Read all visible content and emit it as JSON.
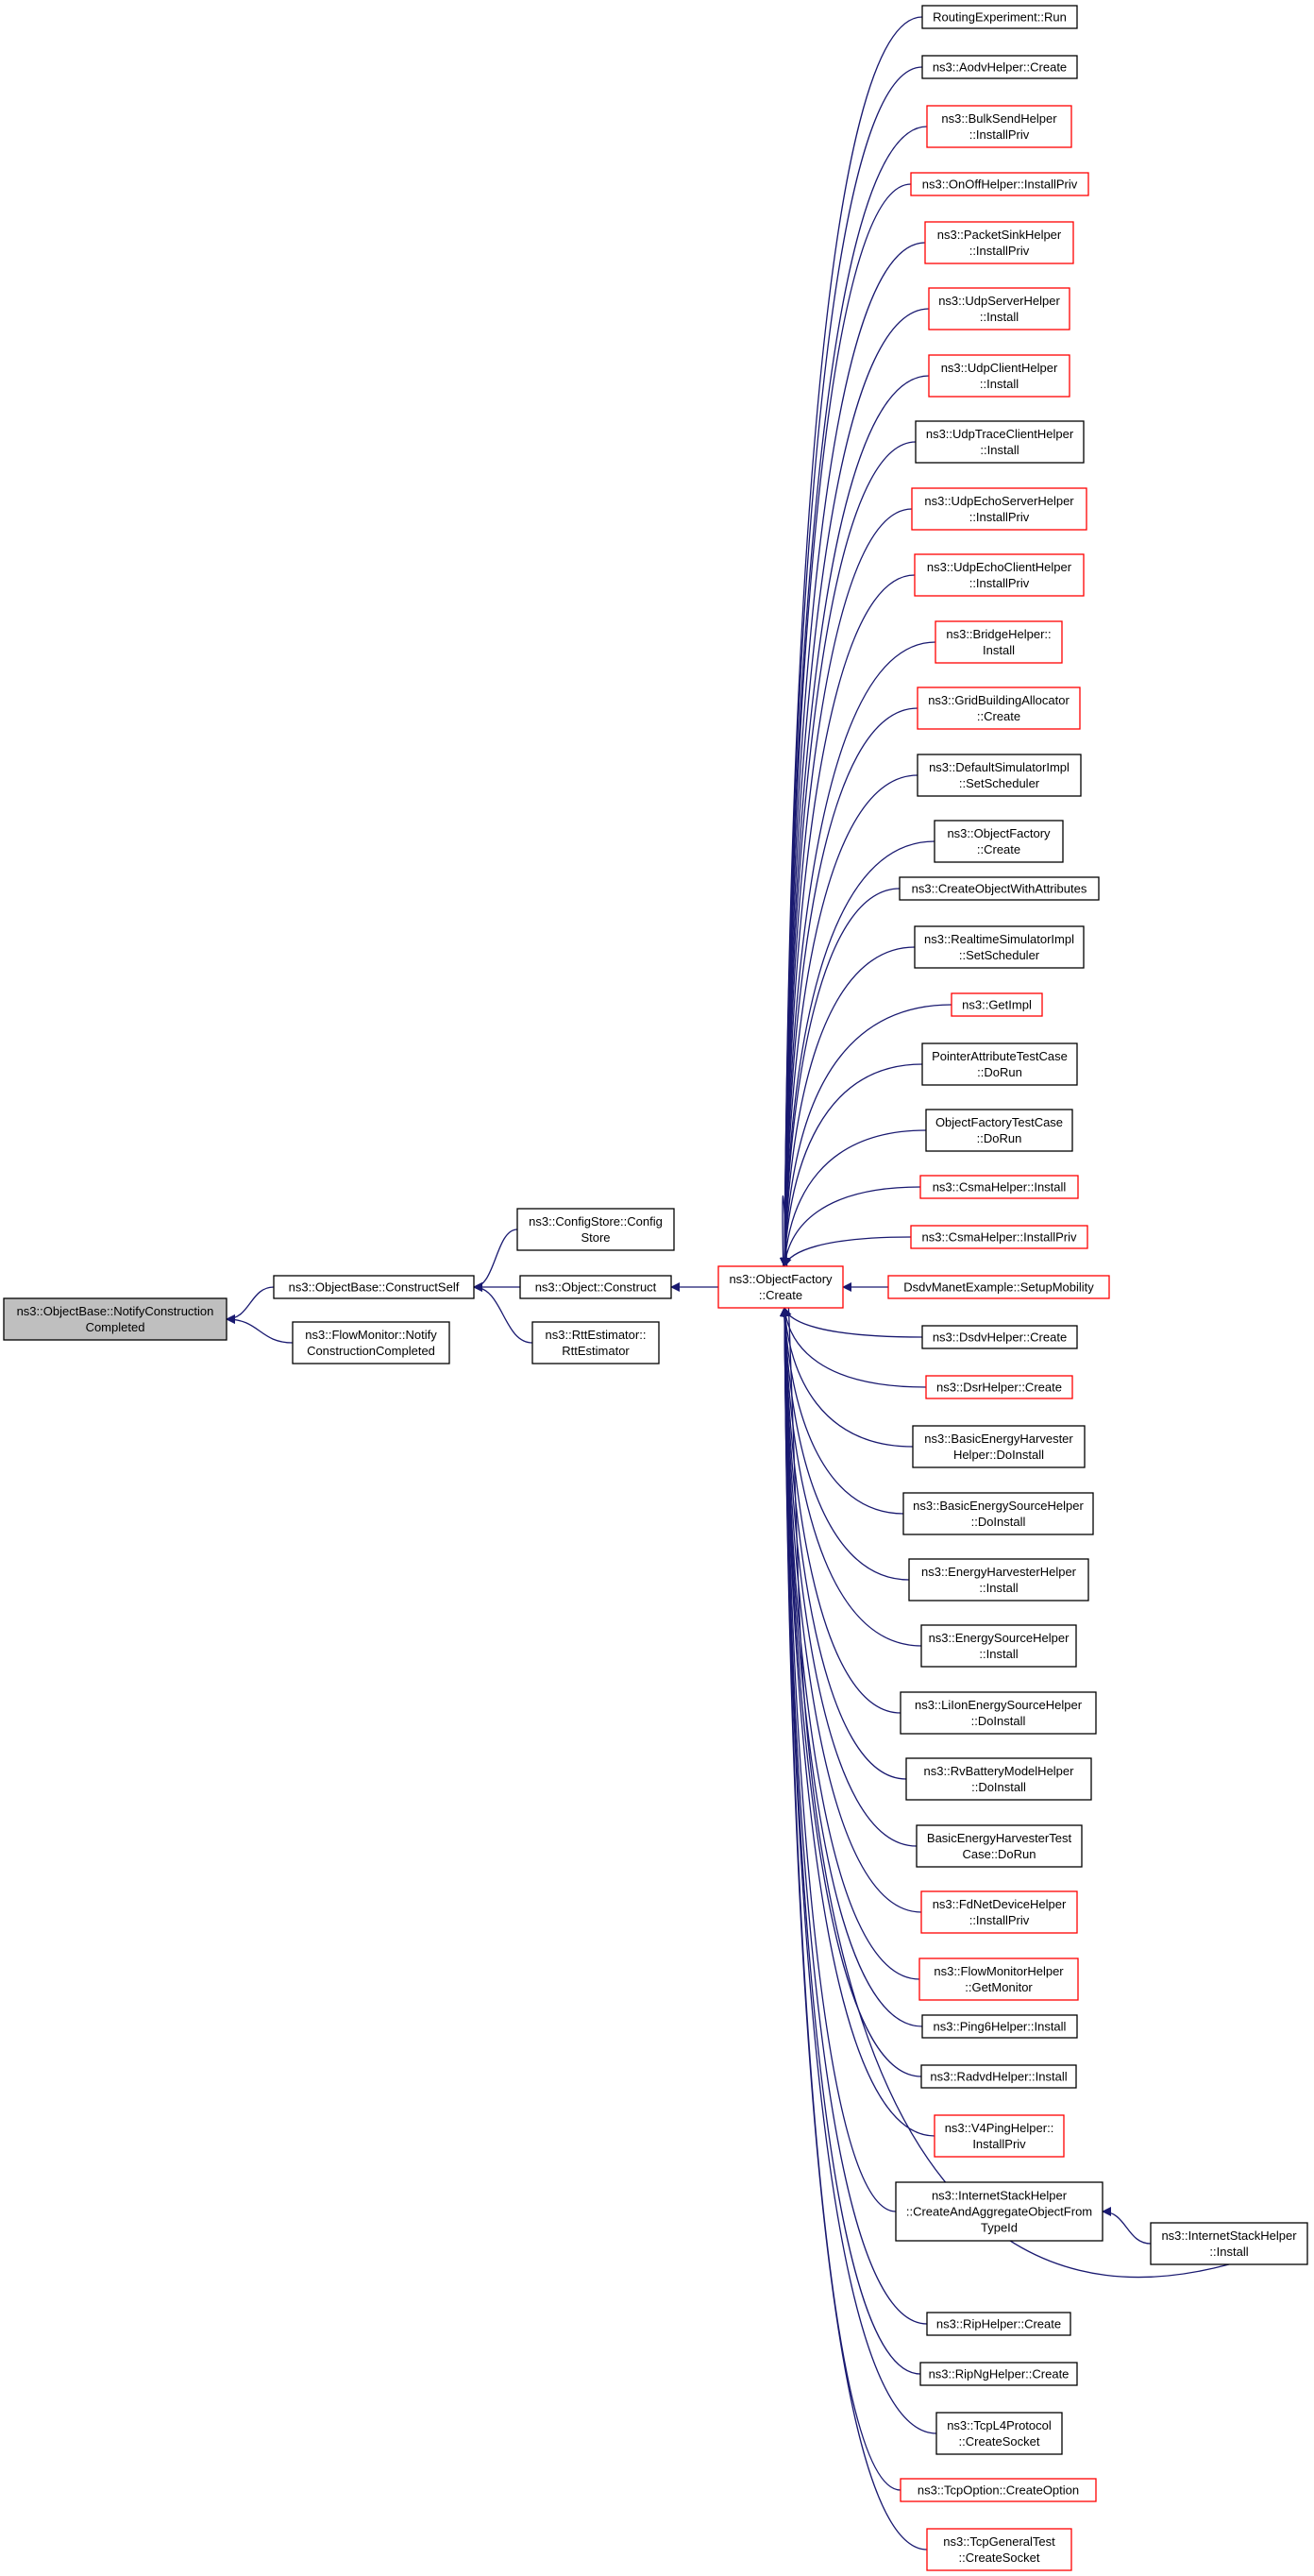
{
  "colors": {
    "edge": "#191970",
    "node_border_default": "#000000",
    "node_border_highlight": "#ff0000",
    "root_fill": "#bfbfbf",
    "node_fill": "#ffffff",
    "text": "#000000"
  },
  "nodes": [
    {
      "id": "n0",
      "lines": [
        "ns3::ObjectBase::NotifyConstruction",
        "Completed"
      ],
      "border": "root"
    },
    {
      "id": "n1",
      "lines": [
        "ns3::ObjectBase::ConstructSelf"
      ],
      "border": "black"
    },
    {
      "id": "n2",
      "lines": [
        "ns3::FlowMonitor::Notify",
        "ConstructionCompleted"
      ],
      "border": "black"
    },
    {
      "id": "n3",
      "lines": [
        "ns3::ConfigStore::Config",
        "Store"
      ],
      "border": "black"
    },
    {
      "id": "n4",
      "lines": [
        "ns3::Object::Construct"
      ],
      "border": "black"
    },
    {
      "id": "n5",
      "lines": [
        "ns3::RttEstimator::",
        "RttEstimator"
      ],
      "border": "black"
    },
    {
      "id": "n6",
      "lines": [
        "ns3::ObjectFactory",
        "::Create"
      ],
      "border": "red"
    },
    {
      "id": "c0",
      "lines": [
        "RoutingExperiment::Run"
      ],
      "border": "black"
    },
    {
      "id": "c1",
      "lines": [
        "ns3::AodvHelper::Create"
      ],
      "border": "black"
    },
    {
      "id": "c2",
      "lines": [
        "ns3::BulkSendHelper",
        "::InstallPriv"
      ],
      "border": "red"
    },
    {
      "id": "c3",
      "lines": [
        "ns3::OnOffHelper::InstallPriv"
      ],
      "border": "red"
    },
    {
      "id": "c4",
      "lines": [
        "ns3::PacketSinkHelper",
        "::InstallPriv"
      ],
      "border": "red"
    },
    {
      "id": "c5",
      "lines": [
        "ns3::UdpServerHelper",
        "::Install"
      ],
      "border": "red"
    },
    {
      "id": "c6",
      "lines": [
        "ns3::UdpClientHelper",
        "::Install"
      ],
      "border": "red"
    },
    {
      "id": "c7",
      "lines": [
        "ns3::UdpTraceClientHelper",
        "::Install"
      ],
      "border": "black"
    },
    {
      "id": "c8",
      "lines": [
        "ns3::UdpEchoServerHelper",
        "::InstallPriv"
      ],
      "border": "red"
    },
    {
      "id": "c9",
      "lines": [
        "ns3::UdpEchoClientHelper",
        "::InstallPriv"
      ],
      "border": "red"
    },
    {
      "id": "c10",
      "lines": [
        "ns3::BridgeHelper::",
        "Install"
      ],
      "border": "red"
    },
    {
      "id": "c11",
      "lines": [
        "ns3::GridBuildingAllocator",
        "::Create"
      ],
      "border": "red"
    },
    {
      "id": "c12",
      "lines": [
        "ns3::DefaultSimulatorImpl",
        "::SetScheduler"
      ],
      "border": "black"
    },
    {
      "id": "c13",
      "lines": [
        "ns3::ObjectFactory",
        "::Create"
      ],
      "border": "black"
    },
    {
      "id": "c14",
      "lines": [
        "ns3::CreateObjectWithAttributes"
      ],
      "border": "black"
    },
    {
      "id": "c15",
      "lines": [
        "ns3::RealtimeSimulatorImpl",
        "::SetScheduler"
      ],
      "border": "black"
    },
    {
      "id": "c16",
      "lines": [
        "ns3::GetImpl"
      ],
      "border": "red"
    },
    {
      "id": "c17",
      "lines": [
        "PointerAttributeTestCase",
        "::DoRun"
      ],
      "border": "black"
    },
    {
      "id": "c18",
      "lines": [
        "ObjectFactoryTestCase",
        "::DoRun"
      ],
      "border": "black"
    },
    {
      "id": "c19",
      "lines": [
        "ns3::CsmaHelper::Install"
      ],
      "border": "red"
    },
    {
      "id": "c20",
      "lines": [
        "ns3::CsmaHelper::InstallPriv"
      ],
      "border": "red"
    },
    {
      "id": "c21",
      "lines": [
        "DsdvManetExample::SetupMobility"
      ],
      "border": "red"
    },
    {
      "id": "c22",
      "lines": [
        "ns3::DsdvHelper::Create"
      ],
      "border": "black"
    },
    {
      "id": "c23",
      "lines": [
        "ns3::DsrHelper::Create"
      ],
      "border": "red"
    },
    {
      "id": "c24",
      "lines": [
        "ns3::BasicEnergyHarvester",
        "Helper::DoInstall"
      ],
      "border": "black"
    },
    {
      "id": "c25",
      "lines": [
        "ns3::BasicEnergySourceHelper",
        "::DoInstall"
      ],
      "border": "black"
    },
    {
      "id": "c26",
      "lines": [
        "ns3::EnergyHarvesterHelper",
        "::Install"
      ],
      "border": "black"
    },
    {
      "id": "c27",
      "lines": [
        "ns3::EnergySourceHelper",
        "::Install"
      ],
      "border": "black"
    },
    {
      "id": "c28",
      "lines": [
        "ns3::LiIonEnergySourceHelper",
        "::DoInstall"
      ],
      "border": "black"
    },
    {
      "id": "c29",
      "lines": [
        "ns3::RvBatteryModelHelper",
        "::DoInstall"
      ],
      "border": "black"
    },
    {
      "id": "c30",
      "lines": [
        "BasicEnergyHarvesterTest",
        "Case::DoRun"
      ],
      "border": "black"
    },
    {
      "id": "c31",
      "lines": [
        "ns3::FdNetDeviceHelper",
        "::InstallPriv"
      ],
      "border": "red"
    },
    {
      "id": "c32",
      "lines": [
        "ns3::FlowMonitorHelper",
        "::GetMonitor"
      ],
      "border": "red"
    },
    {
      "id": "c33",
      "lines": [
        "ns3::Ping6Helper::Install"
      ],
      "border": "black"
    },
    {
      "id": "c34",
      "lines": [
        "ns3::RadvdHelper::Install"
      ],
      "border": "black"
    },
    {
      "id": "c35",
      "lines": [
        "ns3::V4PingHelper::",
        "InstallPriv"
      ],
      "border": "red"
    },
    {
      "id": "c36",
      "lines": [
        "ns3::InternetStackHelper",
        "::CreateAndAggregateObjectFrom",
        "TypeId"
      ],
      "border": "black"
    },
    {
      "id": "c37",
      "lines": [
        "ns3::InternetStackHelper",
        "::Install"
      ],
      "border": "black"
    },
    {
      "id": "c38",
      "lines": [
        "ns3::RipHelper::Create"
      ],
      "border": "black"
    },
    {
      "id": "c39",
      "lines": [
        "ns3::RipNgHelper::Create"
      ],
      "border": "black"
    },
    {
      "id": "c40",
      "lines": [
        "ns3::TcpL4Protocol",
        "::CreateSocket"
      ],
      "border": "black"
    },
    {
      "id": "c41",
      "lines": [
        "ns3::TcpOption::CreateOption"
      ],
      "border": "red"
    },
    {
      "id": "c42",
      "lines": [
        "ns3::TcpGeneralTest",
        "::CreateSocket"
      ],
      "border": "red"
    }
  ],
  "edges": [
    {
      "from": "n1",
      "to": "n0"
    },
    {
      "from": "n2",
      "to": "n0"
    },
    {
      "from": "n3",
      "to": "n1"
    },
    {
      "from": "n4",
      "to": "n1"
    },
    {
      "from": "n5",
      "to": "n1"
    },
    {
      "from": "n6",
      "to": "n4"
    },
    {
      "from": "c0",
      "to": "n6"
    },
    {
      "from": "c1",
      "to": "n6"
    },
    {
      "from": "c2",
      "to": "n6"
    },
    {
      "from": "c3",
      "to": "n6"
    },
    {
      "from": "c4",
      "to": "n6"
    },
    {
      "from": "c5",
      "to": "n6"
    },
    {
      "from": "c6",
      "to": "n6"
    },
    {
      "from": "c7",
      "to": "n6"
    },
    {
      "from": "c8",
      "to": "n6"
    },
    {
      "from": "c9",
      "to": "n6"
    },
    {
      "from": "c10",
      "to": "n6"
    },
    {
      "from": "c11",
      "to": "n6"
    },
    {
      "from": "c12",
      "to": "n6"
    },
    {
      "from": "c13",
      "to": "n6"
    },
    {
      "from": "c14",
      "to": "n6"
    },
    {
      "from": "c15",
      "to": "n6"
    },
    {
      "from": "c16",
      "to": "n6"
    },
    {
      "from": "c17",
      "to": "n6"
    },
    {
      "from": "c18",
      "to": "n6"
    },
    {
      "from": "c19",
      "to": "n6"
    },
    {
      "from": "c20",
      "to": "n6"
    },
    {
      "from": "c21",
      "to": "n6"
    },
    {
      "from": "c22",
      "to": "n6"
    },
    {
      "from": "c23",
      "to": "n6"
    },
    {
      "from": "c24",
      "to": "n6"
    },
    {
      "from": "c25",
      "to": "n6"
    },
    {
      "from": "c26",
      "to": "n6"
    },
    {
      "from": "c27",
      "to": "n6"
    },
    {
      "from": "c28",
      "to": "n6"
    },
    {
      "from": "c29",
      "to": "n6"
    },
    {
      "from": "c30",
      "to": "n6"
    },
    {
      "from": "c31",
      "to": "n6"
    },
    {
      "from": "c32",
      "to": "n6"
    },
    {
      "from": "c33",
      "to": "n6"
    },
    {
      "from": "c34",
      "to": "n6"
    },
    {
      "from": "c35",
      "to": "n6"
    },
    {
      "from": "c36",
      "to": "n6"
    },
    {
      "from": "c37",
      "to": "n6"
    },
    {
      "from": "c37",
      "to": "c36"
    },
    {
      "from": "c38",
      "to": "n6"
    },
    {
      "from": "c39",
      "to": "n6"
    },
    {
      "from": "c40",
      "to": "n6"
    },
    {
      "from": "c41",
      "to": "n6"
    },
    {
      "from": "c42",
      "to": "n6"
    }
  ]
}
